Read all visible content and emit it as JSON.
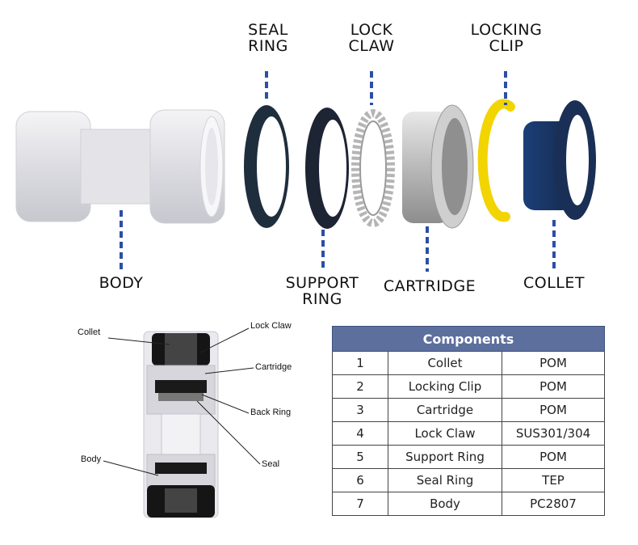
{
  "exploded_labels": {
    "seal_ring": [
      "SEAL",
      "RING"
    ],
    "lock_claw": [
      "LOCK",
      "CLAW"
    ],
    "locking_clip": [
      "LOCKING",
      "CLIP"
    ],
    "body": "BODY",
    "support_ring": [
      "SUPPORT",
      "RING"
    ],
    "cartridge": "CARTRIDGE",
    "collet": "COLLET"
  },
  "section_labels": {
    "collet": "Collet",
    "lock_claw": "Lock Claw",
    "cartridge": "Cartridge",
    "back_ring": "Back Ring",
    "body": "Body",
    "seal": "Seal"
  },
  "components_table": {
    "title": "Components",
    "rows": [
      {
        "no": "1",
        "name": "Collet",
        "material": "POM"
      },
      {
        "no": "2",
        "name": "Locking Clip",
        "material": "POM"
      },
      {
        "no": "3",
        "name": "Cartridge",
        "material": "POM"
      },
      {
        "no": "4",
        "name": "Lock Claw",
        "material": "SUS301/304"
      },
      {
        "no": "5",
        "name": "Support Ring",
        "material": "POM"
      },
      {
        "no": "6",
        "name": "Seal Ring",
        "material": "TEP"
      },
      {
        "no": "7",
        "name": "Body",
        "material": "PC2807"
      }
    ]
  },
  "colors": {
    "dash_blue": "#2b4fa6",
    "seal_dark": "#1f2e3d",
    "collet_blue": "#1c3f78",
    "clip_yellow": "#f2d400",
    "table_header": "#5d6f9d"
  }
}
